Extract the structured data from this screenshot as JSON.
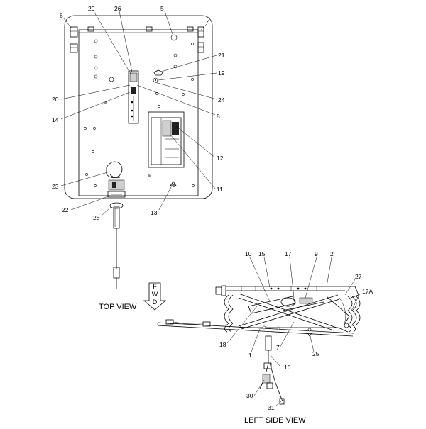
{
  "views": {
    "top": "TOP VIEW",
    "left_side": "LEFT SIDE VIEW"
  },
  "fwd_arrow": [
    "F",
    "W",
    "D"
  ],
  "callouts": {
    "c6": "6",
    "c29": "29",
    "c26": "26",
    "c5": "5",
    "c4": "4",
    "c21": "21",
    "c19": "19",
    "c24": "24",
    "c8": "8",
    "c20": "20",
    "c14": "14",
    "c12": "12",
    "c11": "11",
    "c23": "23",
    "c22": "22",
    "c28": "28",
    "c13": "13",
    "c10": "10",
    "c15": "15",
    "c17": "17",
    "c9": "9",
    "c2": "2",
    "c27": "27",
    "c17a": "17A",
    "c18": "18",
    "c7": "7",
    "c25": "25",
    "c1": "1",
    "c16": "16",
    "c30": "30",
    "c31": "31"
  }
}
